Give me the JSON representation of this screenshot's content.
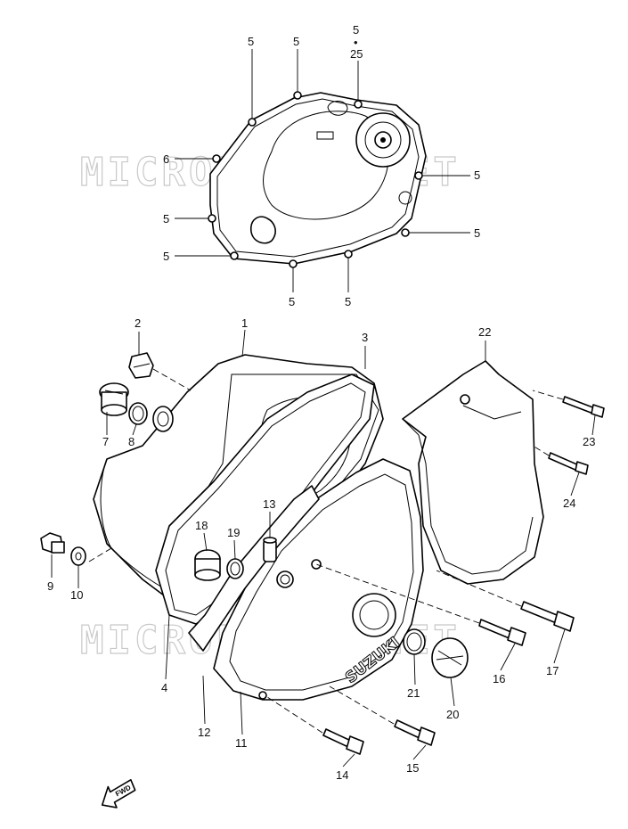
{
  "watermark": {
    "text": "MICROFICHE.NET"
  },
  "fwd_label": "FWD",
  "brand_text": "SUZUKI",
  "callouts": [
    {
      "id": "c5a",
      "text": "5"
    },
    {
      "id": "c5b",
      "text": "5"
    },
    {
      "id": "c5c",
      "text": "5"
    },
    {
      "id": "c5d",
      "text": "•"
    },
    {
      "id": "c25",
      "text": "25"
    },
    {
      "id": "c6",
      "text": "6"
    },
    {
      "id": "c5e",
      "text": "5"
    },
    {
      "id": "c5f",
      "text": "5"
    },
    {
      "id": "c5g",
      "text": "5"
    },
    {
      "id": "c5h",
      "text": "5"
    },
    {
      "id": "c5i",
      "text": "5"
    },
    {
      "id": "c5j",
      "text": "5"
    },
    {
      "id": "c1",
      "text": "1"
    },
    {
      "id": "c2",
      "text": "2"
    },
    {
      "id": "c3",
      "text": "3"
    },
    {
      "id": "c22",
      "text": "22"
    },
    {
      "id": "c7",
      "text": "7"
    },
    {
      "id": "c8",
      "text": "8"
    },
    {
      "id": "c23",
      "text": "23"
    },
    {
      "id": "c24",
      "text": "24"
    },
    {
      "id": "c13",
      "text": "13"
    },
    {
      "id": "c18",
      "text": "18"
    },
    {
      "id": "c19",
      "text": "19"
    },
    {
      "id": "c9",
      "text": "9"
    },
    {
      "id": "c10",
      "text": "10"
    },
    {
      "id": "c4",
      "text": "4"
    },
    {
      "id": "c16",
      "text": "16"
    },
    {
      "id": "c17",
      "text": "17"
    },
    {
      "id": "c21",
      "text": "21"
    },
    {
      "id": "c20",
      "text": "20"
    },
    {
      "id": "c12",
      "text": "12"
    },
    {
      "id": "c11",
      "text": "11"
    },
    {
      "id": "c14",
      "text": "14"
    },
    {
      "id": "c15",
      "text": "15"
    }
  ]
}
